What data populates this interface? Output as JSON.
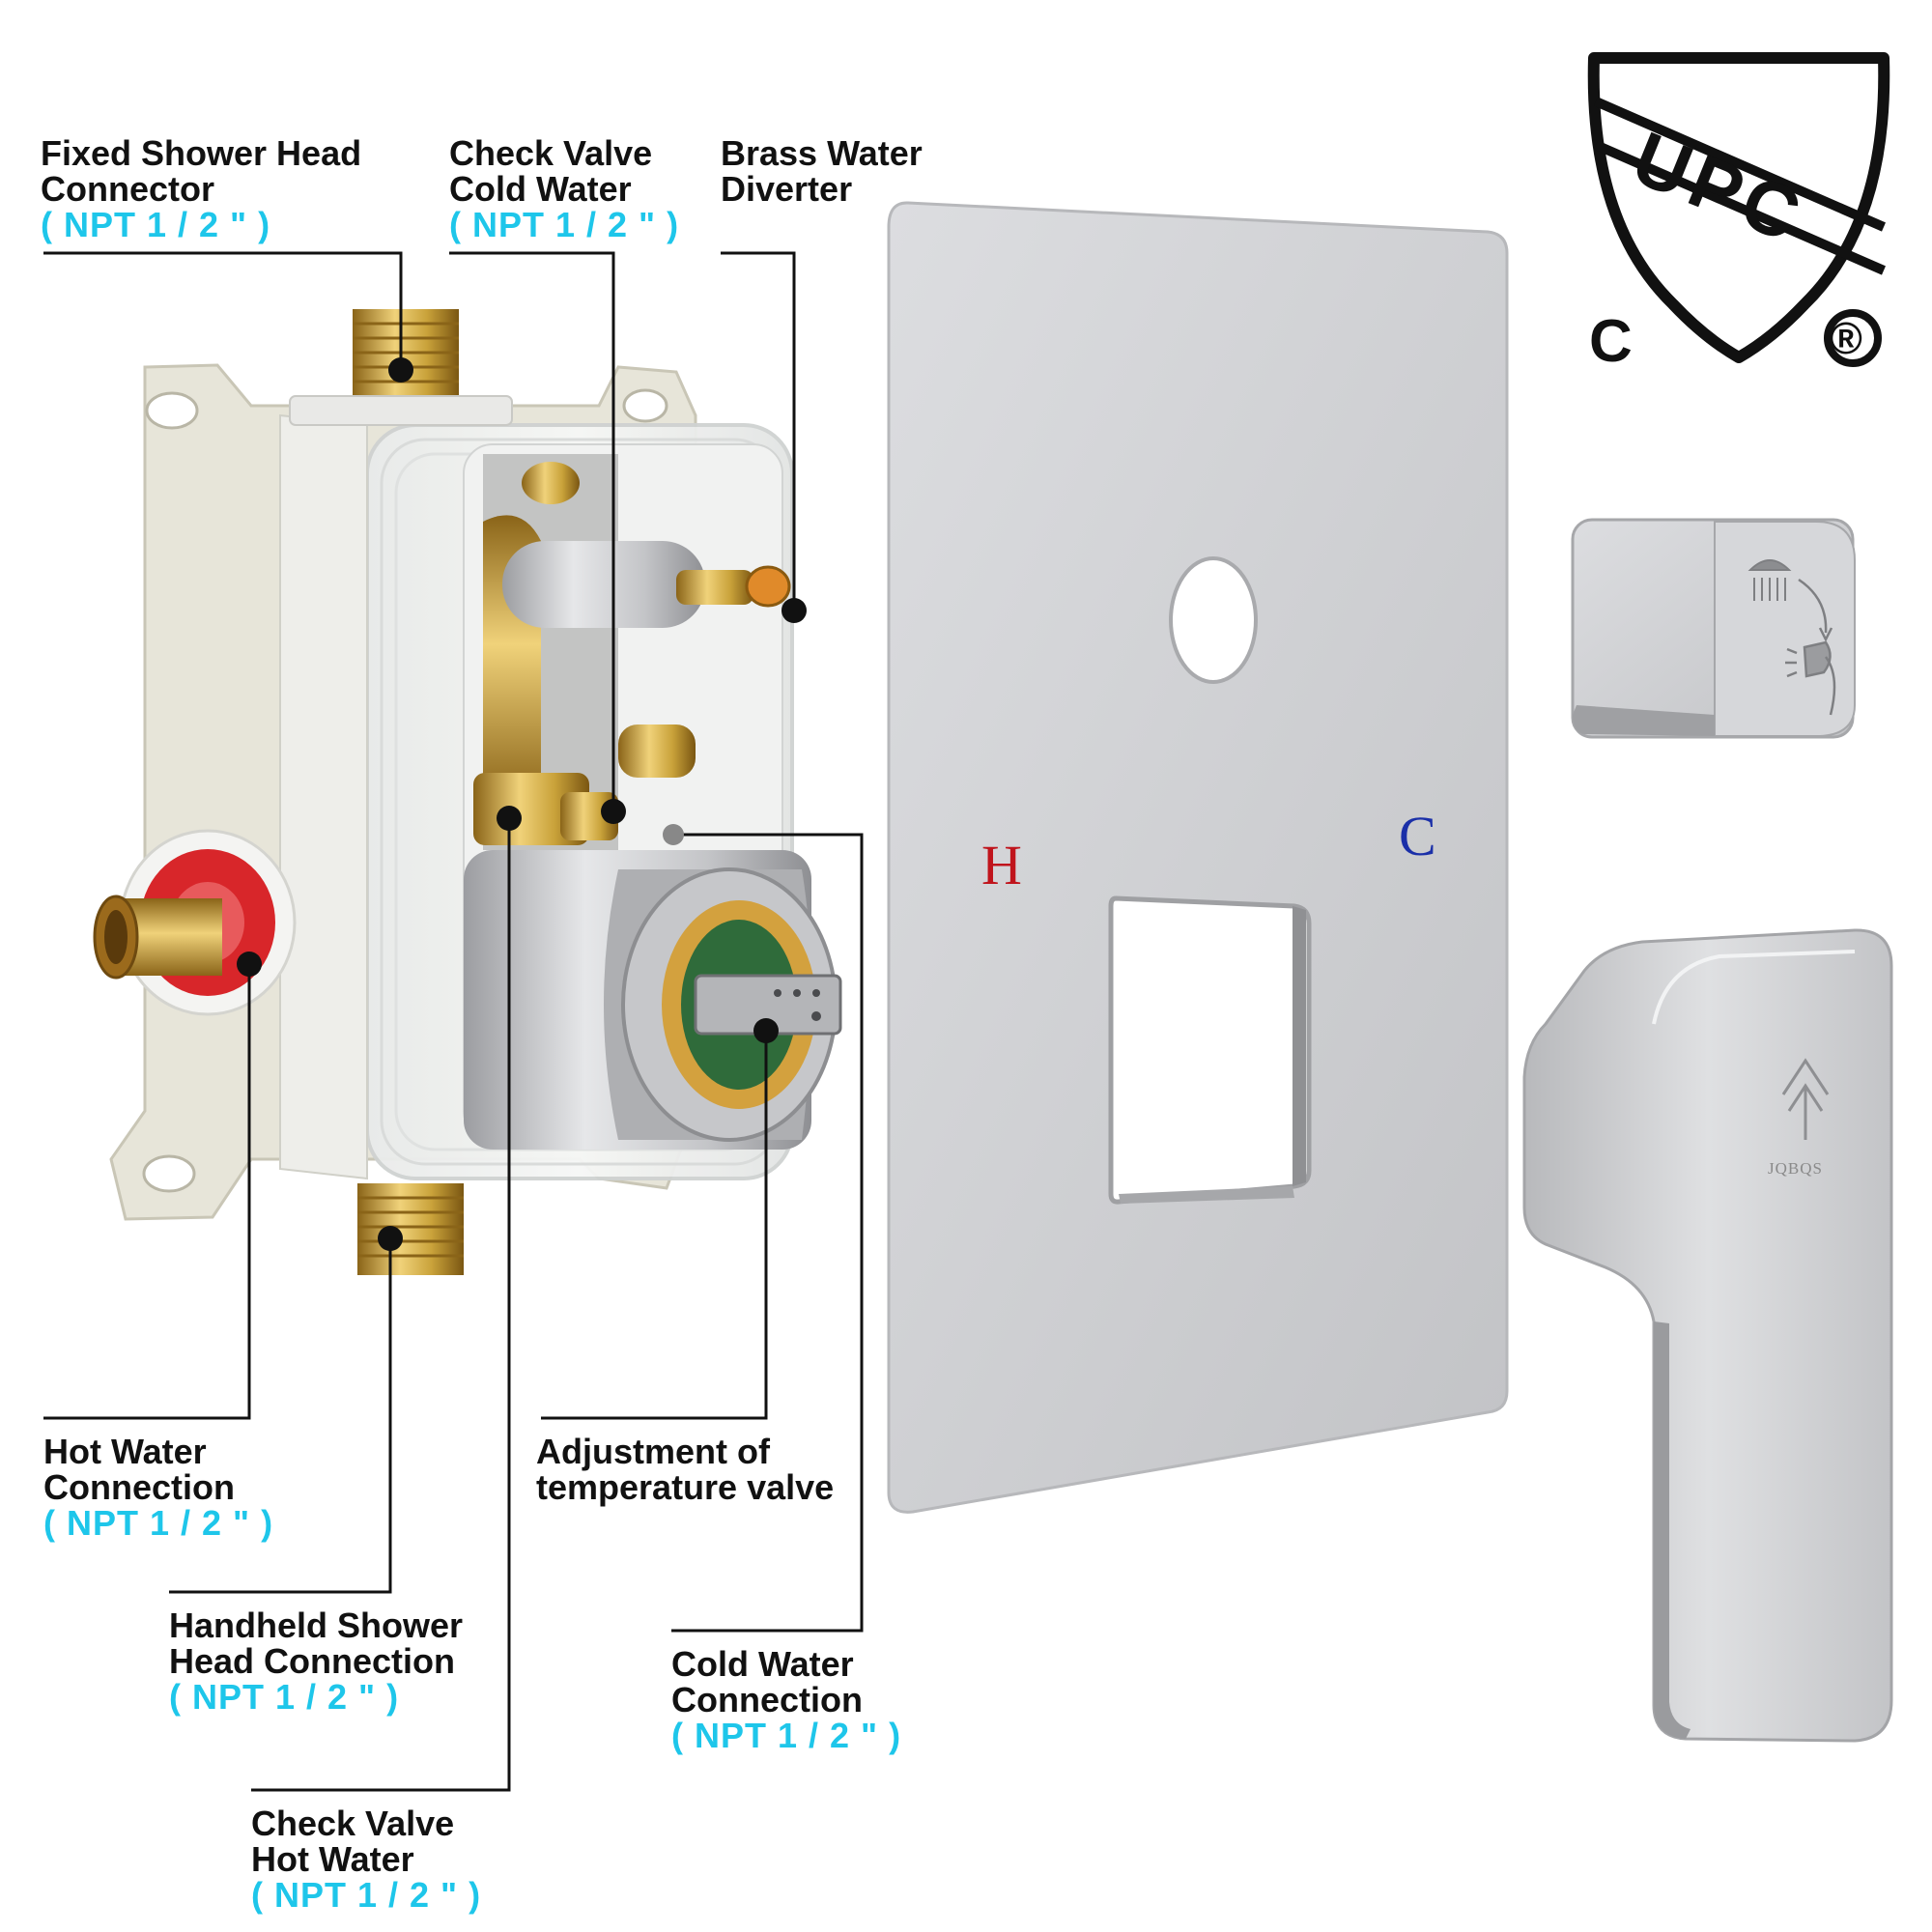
{
  "labels": {
    "fixed_shower_head": {
      "line1": "Fixed Shower Head",
      "line2": "Connector",
      "spec": "( NPT 1 / 2 \" )"
    },
    "check_valve_cold": {
      "line1": "Check Valve",
      "line2": "Cold Water",
      "spec": "( NPT 1 / 2 \" )"
    },
    "brass_diverter": {
      "line1": "Brass Water",
      "line2": "Diverter"
    },
    "hot_water": {
      "line1": "Hot Water",
      "line2": "Connection",
      "spec": "( NPT 1 / 2 \" )"
    },
    "adjust_temp": {
      "line1": "Adjustment of",
      "line2": "temperature valve"
    },
    "handheld": {
      "line1": "Handheld Shower",
      "line2": "Head Connection",
      "spec": "( NPT 1 / 2 \" )"
    },
    "cold_water": {
      "line1": "Cold Water",
      "line2": "Connection",
      "spec": "( NPT 1 / 2 \" )"
    },
    "check_valve_hot": {
      "line1": "Check Valve",
      "line2": "Hot Water",
      "spec": "( NPT 1 / 2 \" )"
    }
  },
  "trim_plate": {
    "hot_letter": "H",
    "cold_letter": "C"
  },
  "handle": {
    "brand": "JQBQS"
  },
  "certification": {
    "mark_letters": "UPC",
    "left": "C",
    "registered": "®"
  },
  "colors": {
    "spec_text": "#1ec6ea",
    "hot_letter": "#c0141c",
    "cold_letter": "#1a2fa8",
    "leader_line": "#111111",
    "brass": "#c9a23a",
    "chrome": "#c7c8ca"
  }
}
